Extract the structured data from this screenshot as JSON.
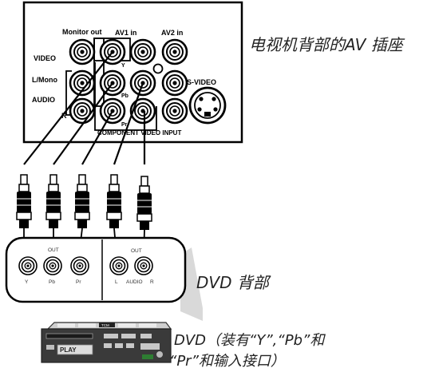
{
  "tv_panel": {
    "monitor_out": "Monitor out",
    "av1_in": "AV1 in",
    "av2_in": "AV2 in",
    "video": "VIDEO",
    "l_mono": "L/Mono",
    "audio": "AUDIO",
    "r": "R",
    "y": "Y",
    "pb": "Pb",
    "pr": "Pr",
    "s_video": "S-VIDEO",
    "component": "COMPONENT VIDEO INPUT"
  },
  "dvd_panel": {
    "out_left": "OUT",
    "out_right": "OUT",
    "y": "Y",
    "pb": "Pb",
    "pr": "Pr",
    "l": "L",
    "audio": "AUDIO",
    "r": "R"
  },
  "player": {
    "brand": "TCM",
    "screen": "PLAY"
  },
  "captions": {
    "tv_back": "电视机背部的AV 插座",
    "dvd_back": "DVD 背部",
    "dvd_note_1": "DVD（装有“Y”,“Pb”和",
    "dvd_note_2": "“Pr”和输入接口）"
  }
}
